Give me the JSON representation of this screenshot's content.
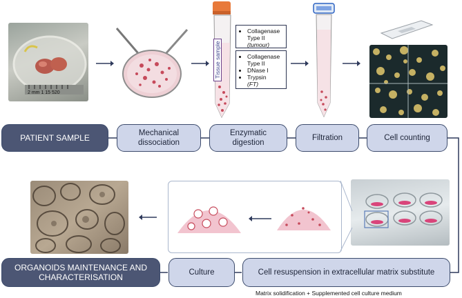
{
  "steps_top": [
    {
      "id": "patient",
      "label": "PATIENT SAMPLE"
    },
    {
      "id": "mechanical",
      "label": "Mechanical dissociation"
    },
    {
      "id": "enzymatic",
      "label": "Enzymatic digestion"
    },
    {
      "id": "filtration",
      "label": "Filtration"
    },
    {
      "id": "counting",
      "label": "Cell counting"
    }
  ],
  "steps_bottom": [
    {
      "id": "organoids",
      "label": "ORGANOIDS MAINTENANCE AND CHARACTERISATION"
    },
    {
      "id": "culture",
      "label": "Culture"
    },
    {
      "id": "resuspension",
      "label": "Cell resuspension in extracellular matrix substitute"
    }
  ],
  "tube": {
    "label": "Tissue sample"
  },
  "enzymes": {
    "tumour": {
      "items": [
        "Collagenase Type II"
      ],
      "note": "(tumour)"
    },
    "ft": {
      "items": [
        "Collagenase Type II",
        "DNase I",
        "Trypsin"
      ],
      "note": "(FT)"
    }
  },
  "ruler": {
    "text": "2 mm  1  15  520"
  },
  "caption": "Matrix solidification + Supplemented cell culture medium",
  "colors": {
    "box_fill": "#cfd6ea",
    "box_dark": "#4c5674",
    "border": "#3b4a6b",
    "arrow": "#2f3a5c",
    "matrix_pink": "#f2c4cf"
  }
}
